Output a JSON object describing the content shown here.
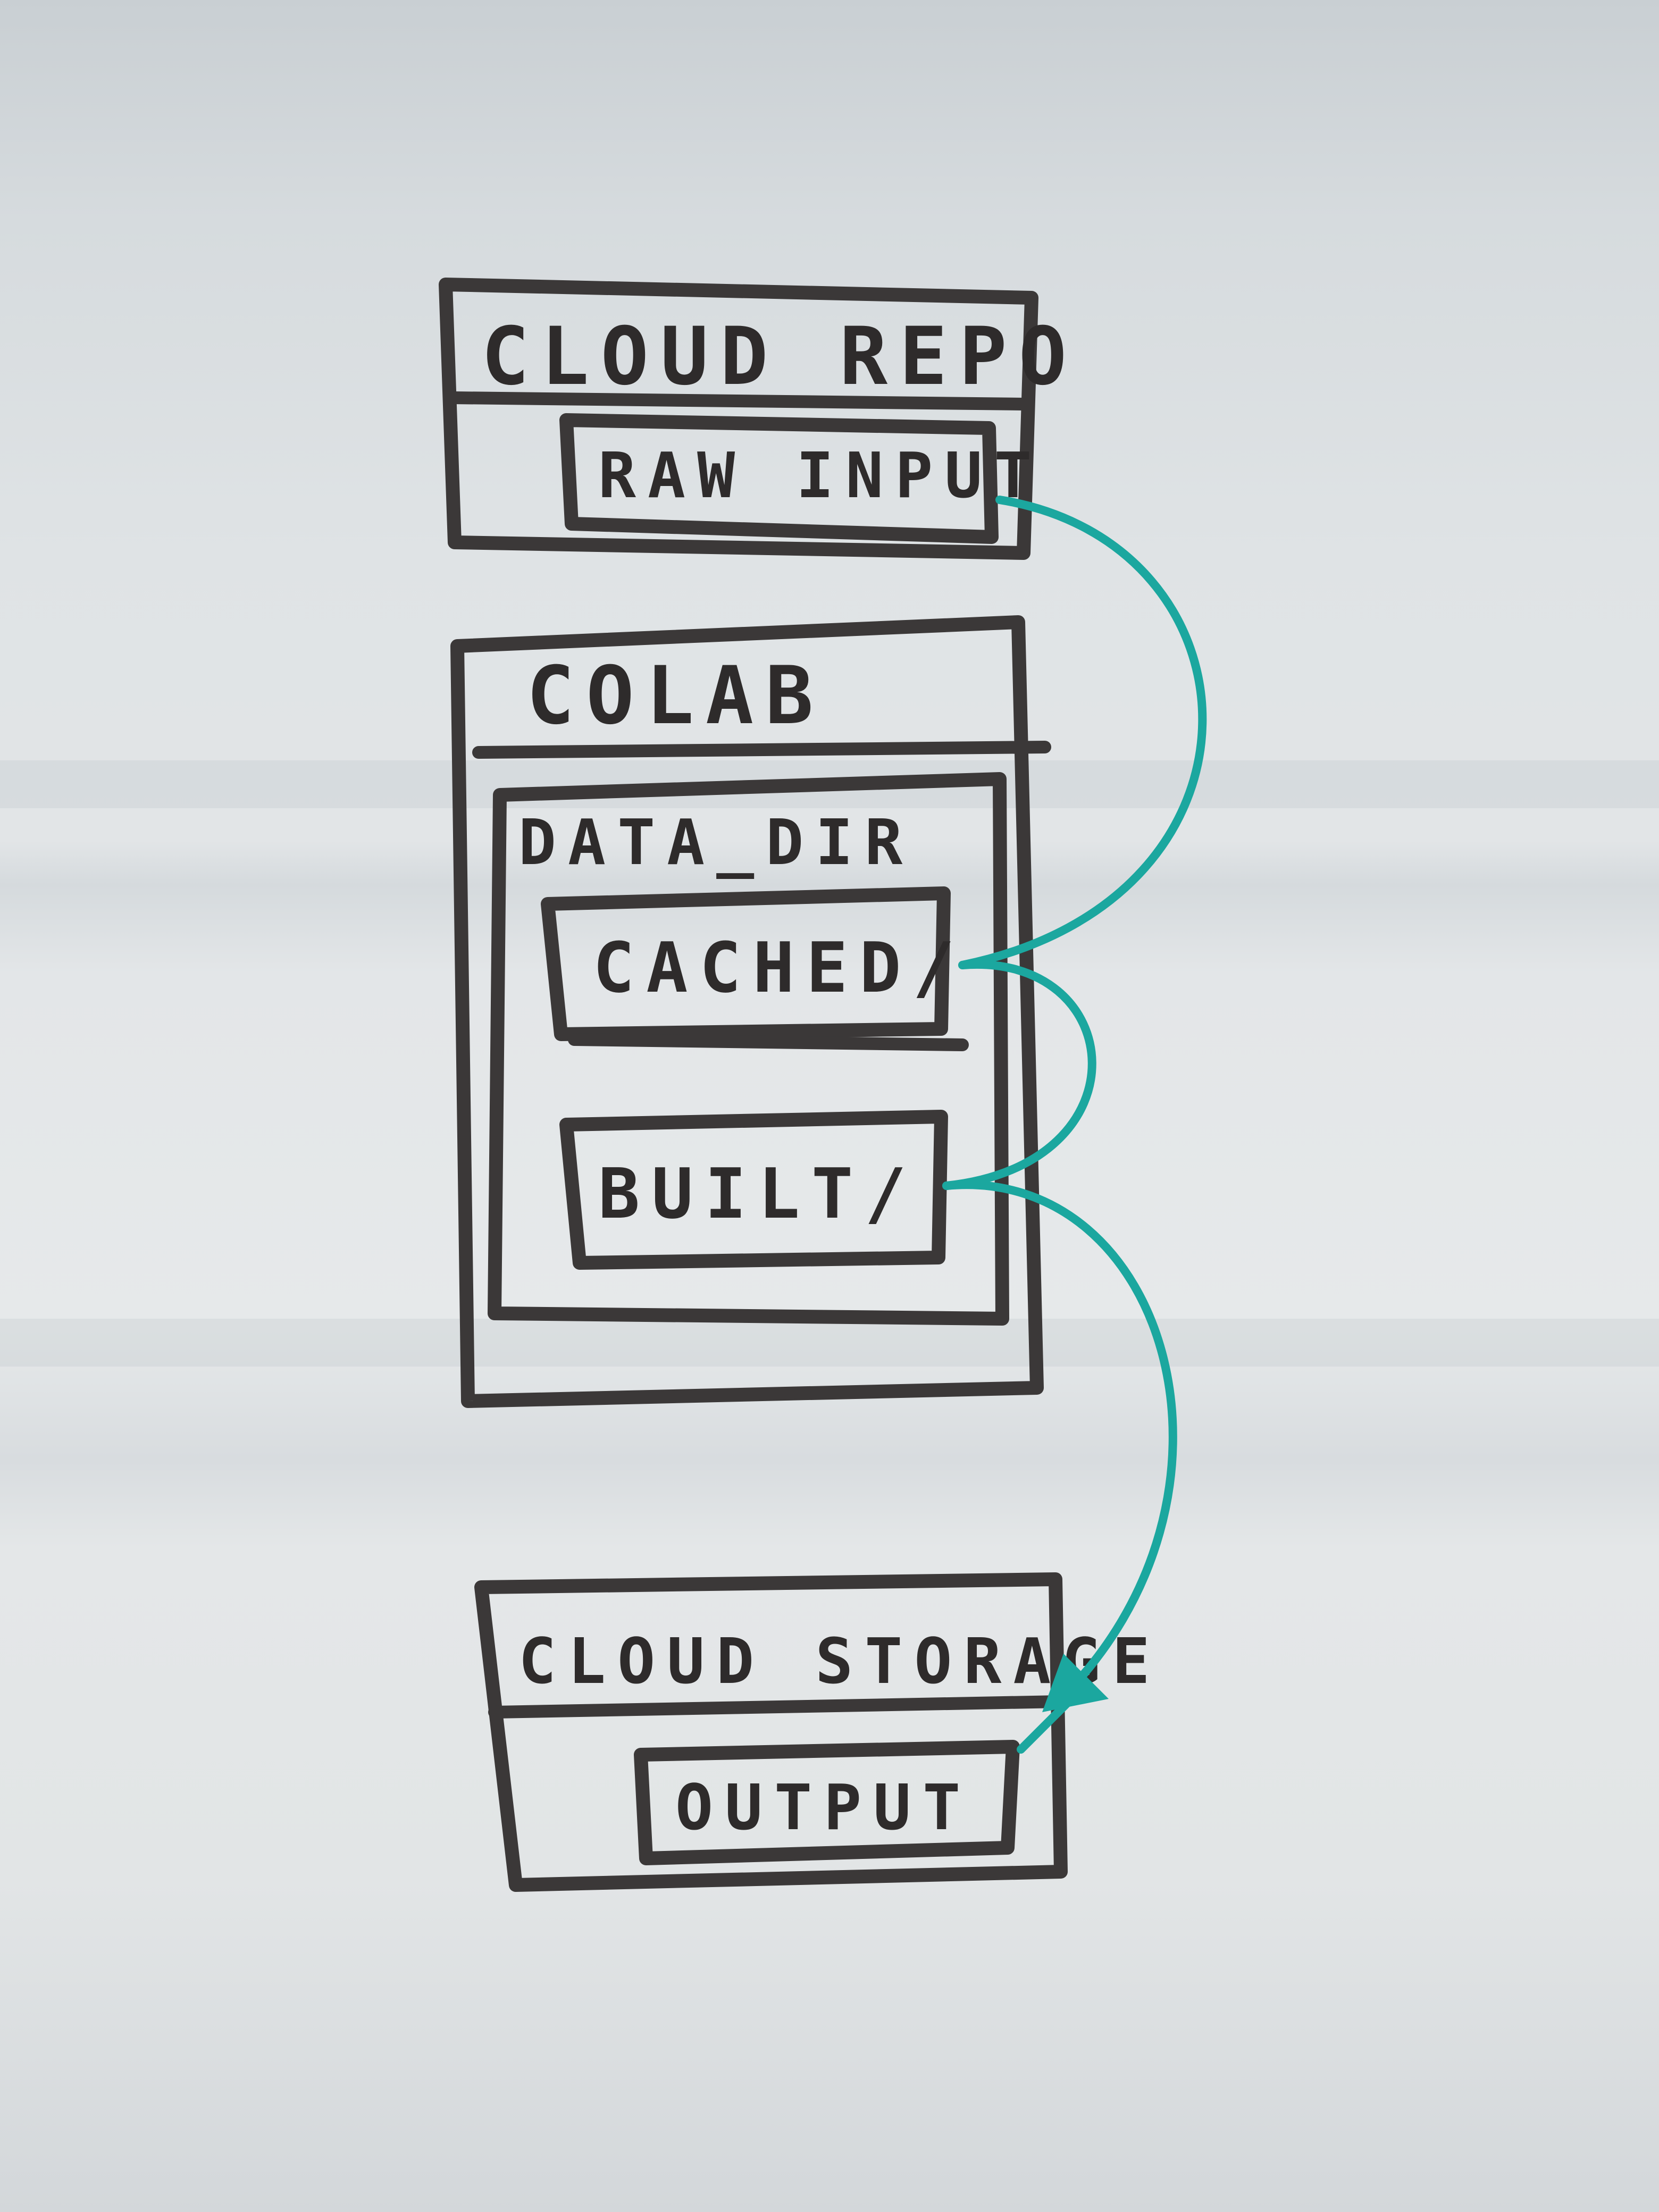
{
  "diagram": {
    "cloud_repo": {
      "title": "CLOUD REPO",
      "raw_input": "RAW INPUT"
    },
    "colab": {
      "title": "COLAB",
      "data_dir": {
        "title": "DATA_DIR",
        "cached": "CACHED/",
        "built": "BUILT/"
      }
    },
    "cloud_storage": {
      "title": "CLOUD STORAGE",
      "output": "OUTPUT"
    },
    "arrows": [
      {
        "from": "RAW INPUT",
        "to": "CACHED/"
      },
      {
        "from": "CACHED/",
        "to": "BUILT/"
      },
      {
        "from": "BUILT/",
        "to": "OUTPUT"
      }
    ]
  },
  "colors": {
    "marker_black": "#3b3838",
    "marker_teal": "#1ba79f",
    "whiteboard": "#e2e5e7"
  }
}
